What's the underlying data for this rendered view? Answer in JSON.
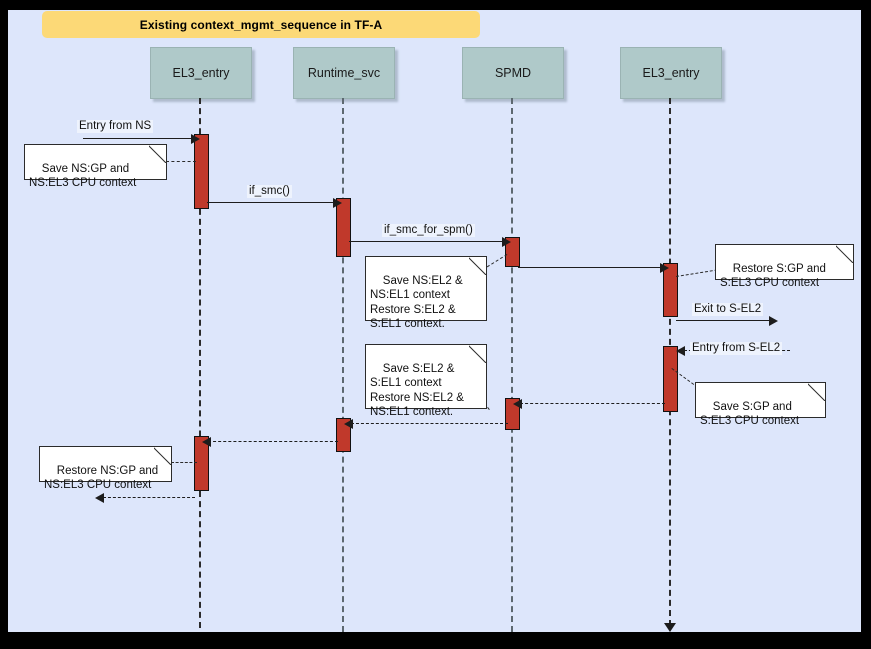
{
  "diagram": {
    "type": "uml-sequence-diagram",
    "title": "Existing context_mgmt_sequence in TF-A",
    "colors": {
      "canvas_background": "#dde6fb",
      "title_banner": "#fcd977",
      "lifeline_header": "#afc9c9",
      "activation_bar": "#c0392b",
      "note_background": "#ffffff",
      "line": "#1d1d1d",
      "page_border": "#000000"
    },
    "participants": [
      {
        "id": "el3_entry_ns",
        "label": "EL3_entry"
      },
      {
        "id": "runtime_svc",
        "label": "Runtime_svc"
      },
      {
        "id": "spmd",
        "label": "SPMD"
      },
      {
        "id": "el3_entry_s",
        "label": "EL3_entry"
      }
    ],
    "messages": [
      {
        "id": "m1",
        "label": "Entry from NS",
        "style": "solid",
        "direction": "right"
      },
      {
        "id": "m2",
        "label": "if_smc()",
        "style": "solid",
        "direction": "right"
      },
      {
        "id": "m3",
        "label": "if_smc_for_spm()",
        "style": "solid",
        "direction": "right"
      },
      {
        "id": "m4",
        "label": "",
        "style": "solid",
        "direction": "right"
      },
      {
        "id": "m5",
        "label": "Exit to S-EL2",
        "style": "solid",
        "direction": "right"
      },
      {
        "id": "m6",
        "label": "Entry from S-EL2",
        "style": "dashed",
        "direction": "left"
      },
      {
        "id": "m7",
        "label": "",
        "style": "dashed",
        "direction": "left"
      },
      {
        "id": "m8",
        "label": "",
        "style": "dashed",
        "direction": "left"
      },
      {
        "id": "m9",
        "label": "",
        "style": "dashed",
        "direction": "left"
      },
      {
        "id": "m10",
        "label": "",
        "style": "dashed",
        "direction": "left"
      }
    ],
    "notes": [
      {
        "id": "n1",
        "text": "Save NS:GP and\nNS:EL3 CPU context"
      },
      {
        "id": "n2",
        "text": "Save NS:EL2 &\nNS:EL1 context\nRestore S:EL2 &\nS:EL1 context."
      },
      {
        "id": "n3",
        "text": "Restore S:GP and\nS:EL3 CPU context"
      },
      {
        "id": "n4",
        "text": "Save S:EL2 &\nS:EL1 context\nRestore NS:EL2 &\nNS:EL1 context."
      },
      {
        "id": "n5",
        "text": "Save S:GP and\nS:EL3 CPU context"
      },
      {
        "id": "n6",
        "text": "Restore NS:GP and\nNS:EL3 CPU context"
      }
    ]
  }
}
